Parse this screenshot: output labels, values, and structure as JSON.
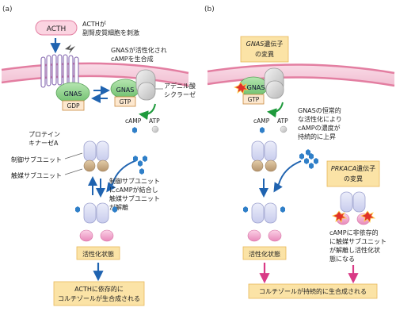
{
  "panels": {
    "a": {
      "label": "(a)",
      "acth": "ACTH",
      "acth_note": [
        "ACTHが",
        "副腎皮質細胞を刺激"
      ],
      "gnas_activate": [
        "GNASが活性化され",
        "cAMPを生合成"
      ],
      "gnas": "GNAS",
      "gnas_active": "GNAS",
      "gdp": "GDP",
      "gtp": "GTP",
      "adenylyl_cyclase": [
        "アデニル酸",
        "シクラーゼ"
      ],
      "camp": "cAMP",
      "atp": "ATP",
      "pka": [
        "プロテイン",
        "キナーゼA"
      ],
      "reg_subunit": "制御サブユニット",
      "cat_subunit": "触媒サブユニット",
      "binding_note": [
        "制御サブユニット",
        "にcAMPが結合し",
        "触媒サブユニット",
        "が解離"
      ],
      "active_state": "活性化状態",
      "result": [
        "ACTHに依存的に",
        "コルチゾールが生合成される"
      ]
    },
    "b": {
      "label": "(b)",
      "gnas_mut_italic": "GNAS",
      "gnas_mut_rest": "遺伝子",
      "gnas_mut_line2": "の変異",
      "gnas": "GNAS",
      "gtp": "GTP",
      "camp": "cAMP",
      "atp": "ATP",
      "constitutive_note": [
        "GNASの恒常的",
        "な活性化により",
        "cAMPの濃度が",
        "持続的に上昇"
      ],
      "prkaca_italic": "PRKACA",
      "prkaca_rest": "遺伝子",
      "prkaca_line2": "の変異",
      "active_state": "活性化状態",
      "independent_note": [
        "cAMPに非依存的",
        "に触媒サブユニット",
        "が解離し活性化状",
        "態になる"
      ],
      "result": "コルチゾールが持続的に生合成される"
    }
  },
  "colors": {
    "membrane": "#e37ea1",
    "gnas_green": "#8ccf8a",
    "reg_lavender": "#d6d9f0",
    "cat_tan": "#c9ad8a",
    "active_pink": "#f0a8cc",
    "camp_blue": "#2f7fc8",
    "arrow_blue": "#1f63b0",
    "arrow_pink": "#d93a86",
    "highlight_yellow": "#fbe3a6",
    "mutation_red": "#e0302a"
  }
}
